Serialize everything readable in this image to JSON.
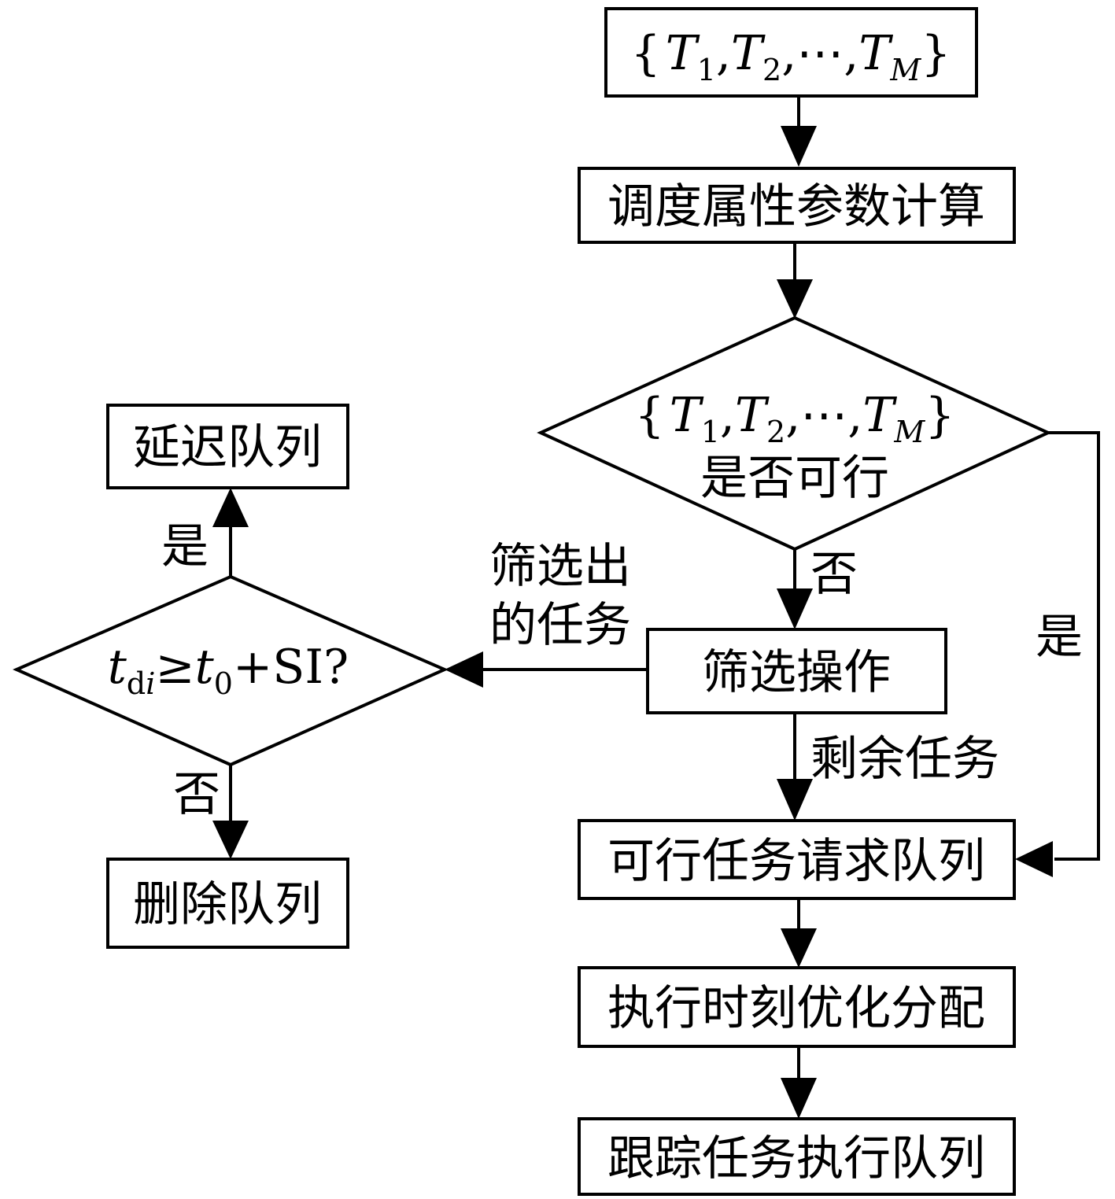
{
  "nodes": {
    "task_set": {
      "open": "{",
      "t1": "T",
      "s1": "1",
      "t2": "T",
      "s2": "2",
      "dots": "⋯",
      "tm": "T",
      "sm": "M",
      "close": "}",
      "comma": ","
    },
    "param_calc": "调度属性参数计算",
    "feasible_check": {
      "set": {
        "open": "{",
        "t1": "T",
        "s1": "1",
        "t2": "T",
        "s2": "2",
        "dots": "⋯",
        "tm": "T",
        "sm": "M",
        "close": "}",
        "comma": ","
      },
      "question": "是否可行"
    },
    "filter_op": "筛选操作",
    "deadline_check": {
      "t": "t",
      "sub_d": "d",
      "sub_i": "i",
      "ge": "≥",
      "t0": "t",
      "sub0": "0",
      "rest": "+SI?"
    },
    "delay_queue": "延迟队列",
    "delete_queue": "删除队列",
    "feasible_queue": "可行任务请求队列",
    "optimize": "执行时刻优化分配",
    "tracking_queue": "跟踪任务执行队列"
  },
  "edge_labels": {
    "feasible_no": "否",
    "feasible_yes": "是",
    "filtered_line1": "筛选出",
    "filtered_line2": "的任务",
    "remaining": "剩余任务",
    "deadline_yes": "是",
    "deadline_no": "否"
  }
}
